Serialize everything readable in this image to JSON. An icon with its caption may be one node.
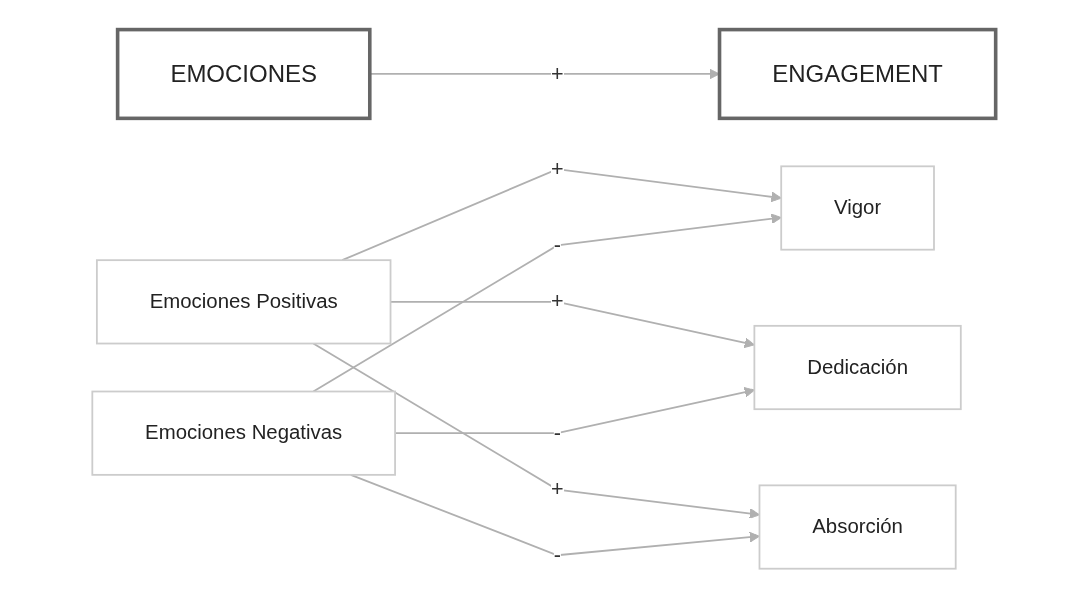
{
  "diagram": {
    "nodes": [
      {
        "text": [
          "EMOCIONES"
        ]
      },
      {
        "text": [
          "ENGAGEMENT"
        ]
      },
      {
        "text": [
          "Vigor"
        ]
      },
      {
        "text": [
          "Emociones Positivas"
        ]
      },
      {
        "text": [
          "Dedicación"
        ]
      },
      {
        "text": [
          "Emociones Negativas"
        ]
      },
      {
        "text": [
          "Absorción"
        ]
      }
    ],
    "edges": [
      {
        "from": 0,
        "to": 1,
        "arrow": "to",
        "label": "+"
      },
      {
        "from": 3,
        "to": 2,
        "arrow": "to",
        "label": "+"
      },
      {
        "from": 3,
        "to": 4,
        "arrow": "to",
        "label": "+"
      },
      {
        "from": 3,
        "to": 6,
        "arrow": "to",
        "label": "+"
      },
      {
        "from": 5,
        "to": 2,
        "arrow": "to",
        "label": "-"
      },
      {
        "from": 5,
        "to": 4,
        "arrow": "to",
        "label": "-"
      },
      {
        "from": 5,
        "to": 6,
        "arrow": "to",
        "label": "-"
      }
    ]
  }
}
